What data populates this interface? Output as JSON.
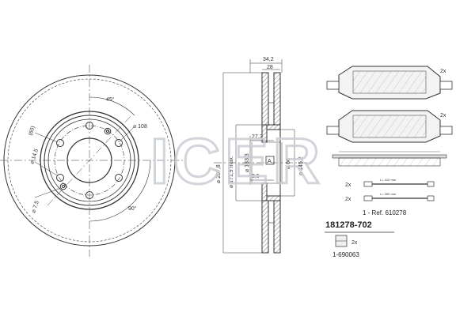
{
  "disc_labels": {
    "angle_45": "45°",
    "angle_90": "90°",
    "hole_108": "⌀ 108",
    "bolt_60": "(60)",
    "dia_14_5": "⌀ 14,5",
    "dia_7_5": "⌀ 7,5"
  },
  "section_labels": {
    "width_34_2": "34,2",
    "width_28": "28",
    "d_287_8": "⌀ 287,8",
    "d_171_9": "⌀ 171,9 max.",
    "d_133_3": "⌀ 133,3",
    "d_66": "⌀ 66",
    "d_145_2": "⌀ 145,2",
    "h_27_2": "27,2",
    "h_3_5": "3,5",
    "datum_a": "A"
  },
  "pads": {
    "qty_top": "2x",
    "qty_bottom": "2x",
    "qty_sensor_1": "2x",
    "qty_sensor_2": "2x",
    "sensor_1_len": "L= 410 mm",
    "sensor_2_len": "L= 390 mm",
    "qty_clip": "2x"
  },
  "watermark": "ICER",
  "ref_label": "1 - Ref. 610278",
  "part_number": "181278-702",
  "ref_number": "1-690063",
  "colors": {
    "line": "#333333",
    "watermark": "#c9cdd3",
    "hatch": "#555555"
  }
}
